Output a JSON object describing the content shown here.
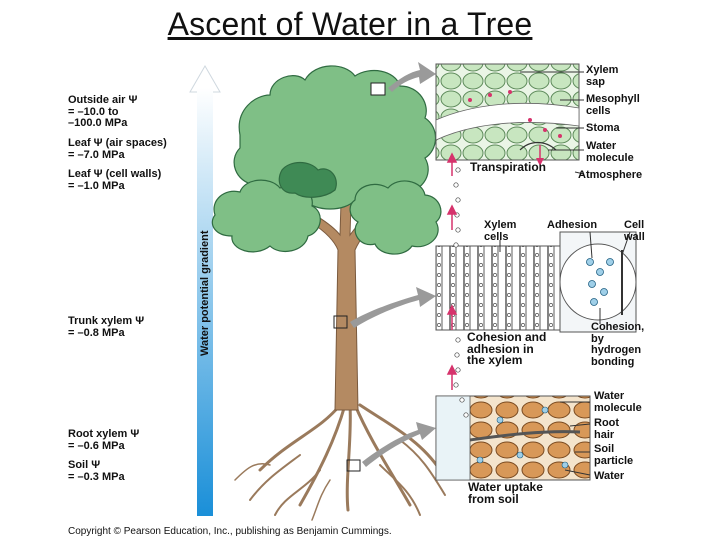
{
  "title": "Ascent of Water in a Tree",
  "gradient_label": "Water potential gradient",
  "left_labels": {
    "outside_air": "Outside air Ψ\n= –10.0 to\n–100.0 MPa",
    "leaf_air": "Leaf Ψ (air spaces)\n= –7.0 MPa",
    "leaf_cell": "Leaf Ψ (cell walls)\n= –1.0 MPa",
    "trunk": "Trunk xylem Ψ\n= –0.8 MPa",
    "root": "Root xylem Ψ\n= –0.6 MPa",
    "soil": "Soil Ψ\n= –0.3 MPa"
  },
  "top_panel": {
    "xylem_sap": "Xylem\nsap",
    "mesophyll": "Mesophyll\ncells",
    "stoma": "Stoma",
    "water_molecule": "Water\nmolecule",
    "transpiration": "Transpiration",
    "atmosphere": "Atmosphere"
  },
  "mid_panel": {
    "xylem_cells": "Xylem\ncells",
    "adhesion": "Adhesion",
    "cell_wall": "Cell\nwall",
    "cohesion_caption": "Cohesion and\nadhesion in\nthe xylem",
    "cohesion_hydrogen": "Cohesion,\nby\nhydrogen\nbonding"
  },
  "bottom_panel": {
    "water_molecule": "Water\nmolecule",
    "root_hair": "Root\nhair",
    "soil_particle": "Soil\nparticle",
    "water": "Water",
    "uptake_caption": "Water uptake\nfrom soil"
  },
  "copyright": "Copyright © Pearson Education, Inc., publishing as Benjamin Cummings.",
  "colors": {
    "gradient_top": "#ffffff",
    "gradient_bottom": "#1a8fd8",
    "foliage": "#7fbf86",
    "foliage_dark": "#3f8a55",
    "trunk": "#b48a62",
    "arrow_gray": "#9a9a9a",
    "mesophyll": "#c8e6c0",
    "soil": "#d89858",
    "water_path": "#d6336c"
  },
  "icons": [
    "water-potential-arrow",
    "tree-illustration",
    "zoom-arrow-icon",
    "water-droplet-icon"
  ]
}
